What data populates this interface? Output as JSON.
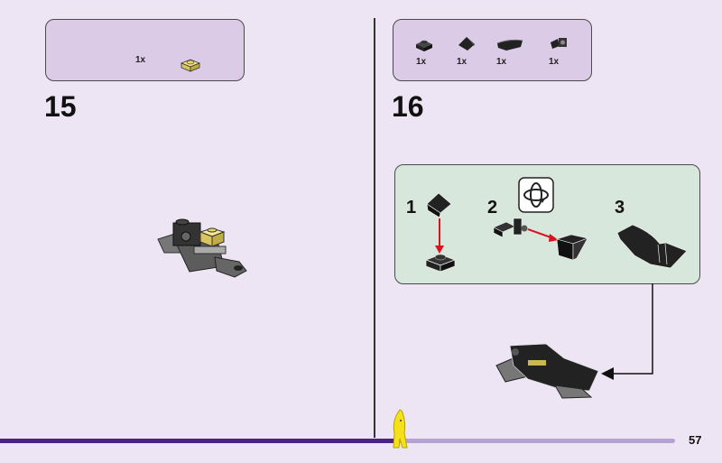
{
  "left_step": {
    "number": "15",
    "parts": [
      {
        "name": "yellow-transparent-plate-1x1",
        "qty": "1x"
      }
    ]
  },
  "right_step": {
    "number": "16",
    "parts": [
      {
        "name": "black-plate-1x1",
        "qty": "1x"
      },
      {
        "name": "black-slope-1x1",
        "qty": "1x"
      },
      {
        "name": "black-curved-slope",
        "qty": "1x"
      },
      {
        "name": "black-bracket-plate",
        "qty": "1x"
      }
    ],
    "substeps": [
      "1",
      "2",
      "3"
    ],
    "rotate_icon": "rotate-model-icon"
  },
  "footer": {
    "page_number": "57",
    "progress_percent": 55,
    "mascot_icon": "banana-minifigure-icon"
  },
  "colors": {
    "background": "#ede5f3",
    "parts_box": "#dccbe7",
    "substep_box": "#d8e7db",
    "progress": "#4b2385",
    "progress_rest": "#b4a2d2"
  }
}
